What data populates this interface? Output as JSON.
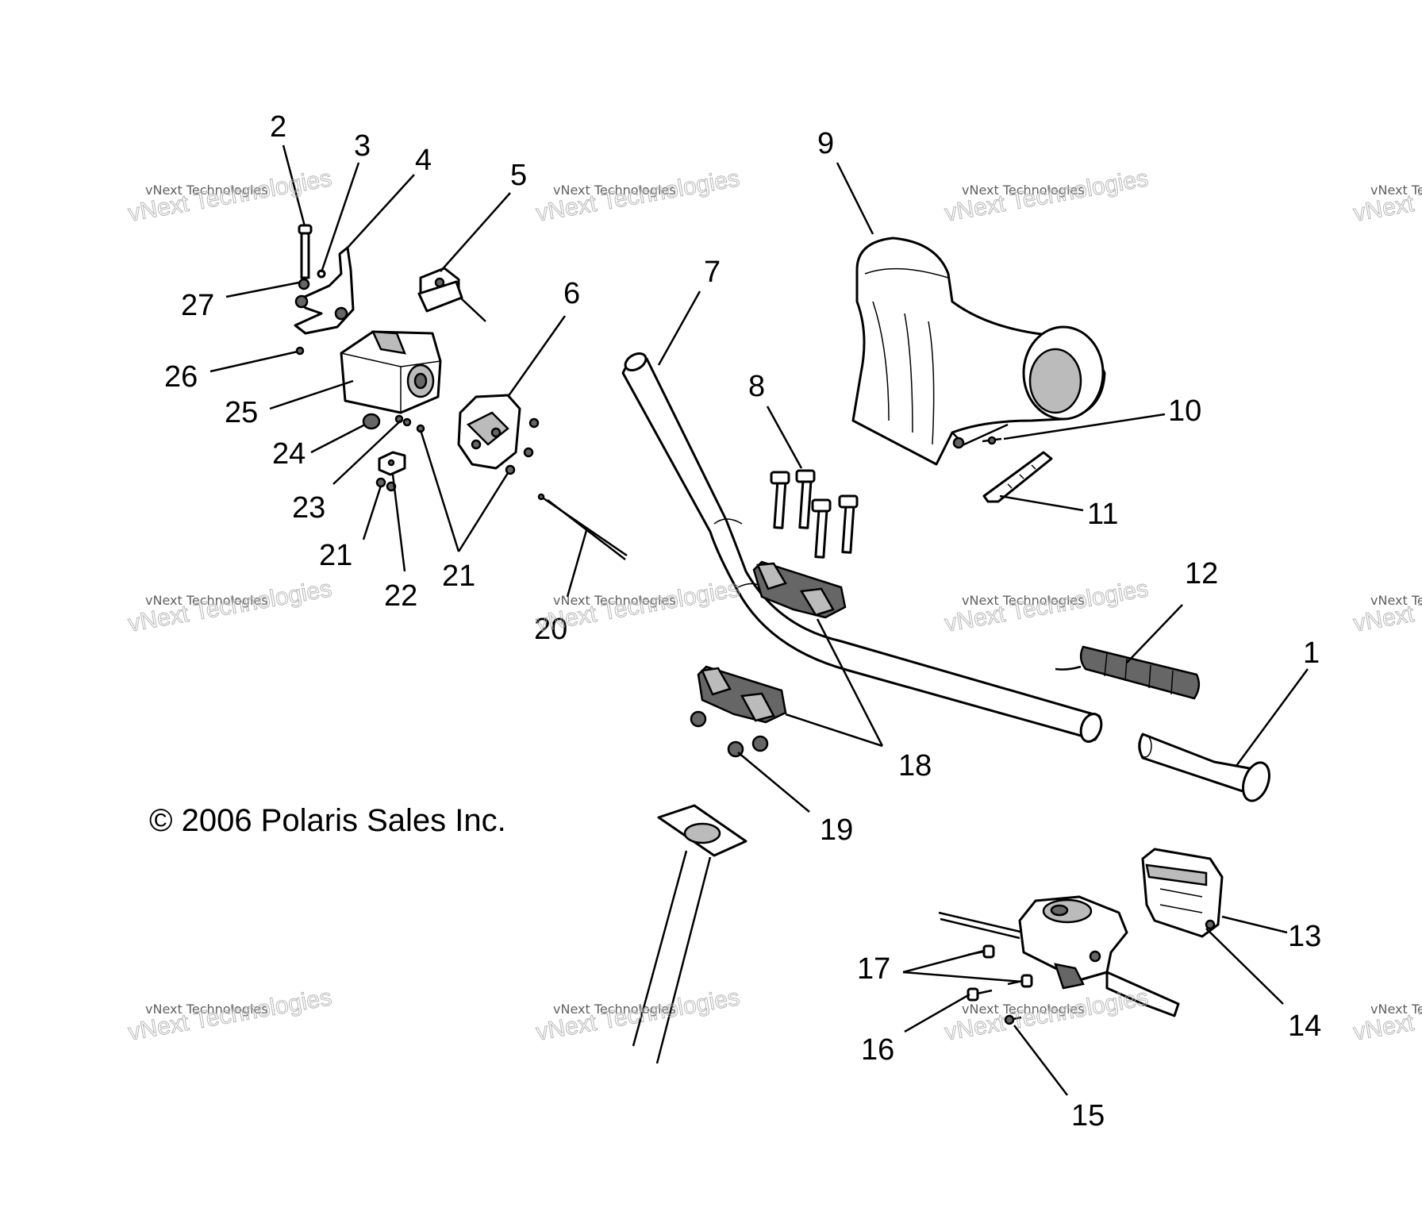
{
  "copyright": "© 2006 Polaris Sales Inc.",
  "watermark": {
    "line1": "vNext Technologies",
    "line2": "vNext Technologies"
  },
  "callouts": [
    {
      "id": "c1",
      "text": "1"
    },
    {
      "id": "c2",
      "text": "2"
    },
    {
      "id": "c3",
      "text": "3"
    },
    {
      "id": "c4",
      "text": "4"
    },
    {
      "id": "c5",
      "text": "5"
    },
    {
      "id": "c6",
      "text": "6"
    },
    {
      "id": "c7",
      "text": "7"
    },
    {
      "id": "c8",
      "text": "8"
    },
    {
      "id": "c9",
      "text": "9"
    },
    {
      "id": "c10",
      "text": "10"
    },
    {
      "id": "c11",
      "text": "11"
    },
    {
      "id": "c12",
      "text": "12"
    },
    {
      "id": "c13",
      "text": "13"
    },
    {
      "id": "c14",
      "text": "14"
    },
    {
      "id": "c15",
      "text": "15"
    },
    {
      "id": "c16",
      "text": "16"
    },
    {
      "id": "c17",
      "text": "17"
    },
    {
      "id": "c18",
      "text": "18"
    },
    {
      "id": "c19",
      "text": "19"
    },
    {
      "id": "c20",
      "text": "20"
    },
    {
      "id": "c21a",
      "text": "21"
    },
    {
      "id": "c21b",
      "text": "21"
    },
    {
      "id": "c22",
      "text": "22"
    },
    {
      "id": "c23",
      "text": "23"
    },
    {
      "id": "c24",
      "text": "24"
    },
    {
      "id": "c25",
      "text": "25"
    },
    {
      "id": "c26",
      "text": "26"
    },
    {
      "id": "c27",
      "text": "27"
    }
  ]
}
